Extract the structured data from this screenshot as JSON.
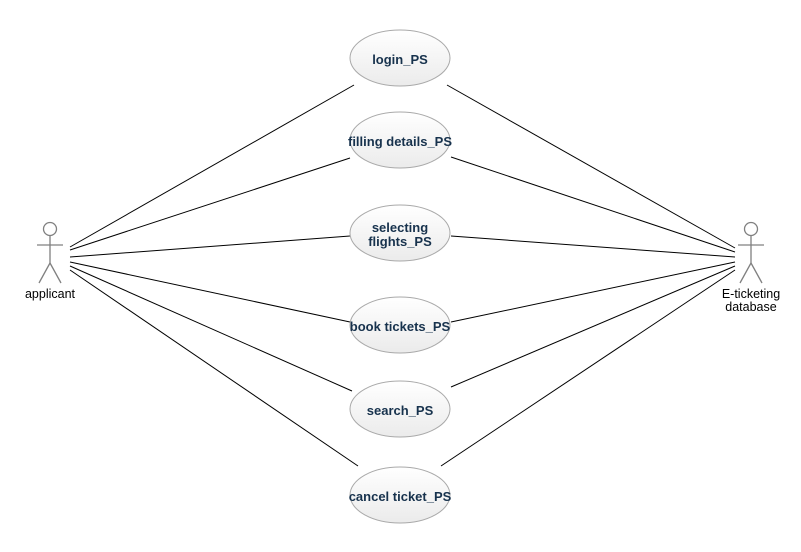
{
  "actors": {
    "applicant": {
      "label": "applicant"
    },
    "database": {
      "label_lines": [
        "E-ticketing",
        "database"
      ]
    }
  },
  "use_cases": [
    {
      "id": "login",
      "lines": [
        "login_PS"
      ]
    },
    {
      "id": "filling-details",
      "lines": [
        "filling details_PS"
      ]
    },
    {
      "id": "selecting-flights",
      "lines": [
        "selecting",
        "flights_PS"
      ]
    },
    {
      "id": "book-tickets",
      "lines": [
        "book tickets_PS"
      ]
    },
    {
      "id": "search",
      "lines": [
        "search_PS"
      ]
    },
    {
      "id": "cancel-ticket",
      "lines": [
        "cancel ticket_PS"
      ]
    }
  ],
  "colors": {
    "use_case_fill": "#f5f5f5",
    "use_case_stroke": "#a9a9a9",
    "use_case_text": "#17324d",
    "actor_stroke": "#808080",
    "connector": "#000000"
  }
}
